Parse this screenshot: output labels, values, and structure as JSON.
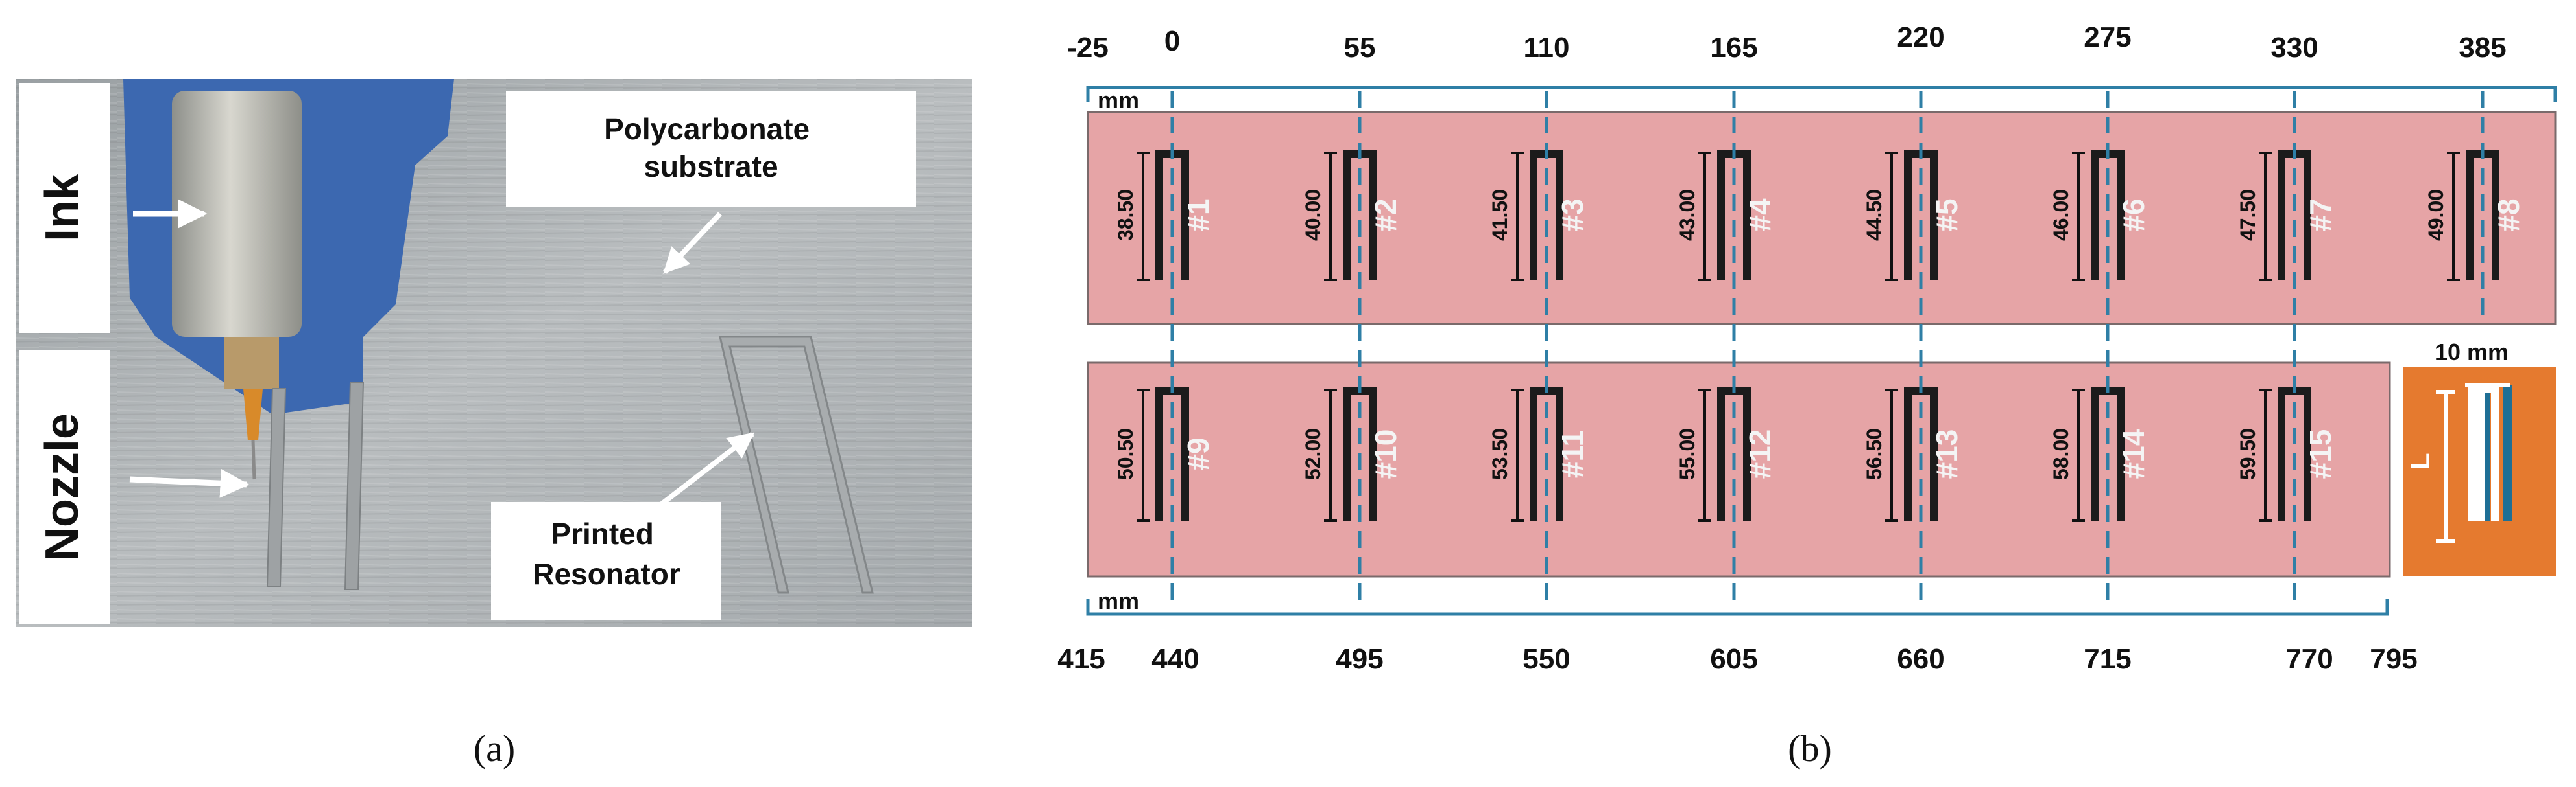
{
  "panel_a": {
    "caption": "(a)",
    "callouts": {
      "ink": "Ink",
      "nozzle": "Nozzle",
      "substrate": "Polycarbonate\nsubstrate",
      "resonator": "Printed\nResonator"
    }
  },
  "panel_b": {
    "caption": "(b)",
    "unit": "mm",
    "top_ruler": [
      "-25",
      "0",
      "55",
      "110",
      "165",
      "220",
      "275",
      "330",
      "385"
    ],
    "bottom_ruler": [
      "415",
      "440",
      "495",
      "550",
      "605",
      "660",
      "715",
      "770",
      "795"
    ],
    "row1": [
      {
        "id": "#1",
        "length": "38.50"
      },
      {
        "id": "#2",
        "length": "40.00"
      },
      {
        "id": "#3",
        "length": "41.50"
      },
      {
        "id": "#4",
        "length": "43.00"
      },
      {
        "id": "#5",
        "length": "44.50"
      },
      {
        "id": "#6",
        "length": "46.00"
      },
      {
        "id": "#7",
        "length": "47.50"
      },
      {
        "id": "#8",
        "length": "49.00"
      }
    ],
    "row2": [
      {
        "id": "#9",
        "length": "50.50"
      },
      {
        "id": "#10",
        "length": "52.00"
      },
      {
        "id": "#11",
        "length": "53.50"
      },
      {
        "id": "#12",
        "length": "55.00"
      },
      {
        "id": "#13",
        "length": "56.50"
      },
      {
        "id": "#14",
        "length": "58.00"
      },
      {
        "id": "#15",
        "length": "59.50"
      }
    ],
    "inset": {
      "width_label": "10 mm",
      "length_label": "L"
    },
    "colors": {
      "strip": "#e6a4a6",
      "ruler": "#2f7fa6",
      "inset_bg": "#e57a2f",
      "inset_line": "#1e6f95"
    }
  }
}
